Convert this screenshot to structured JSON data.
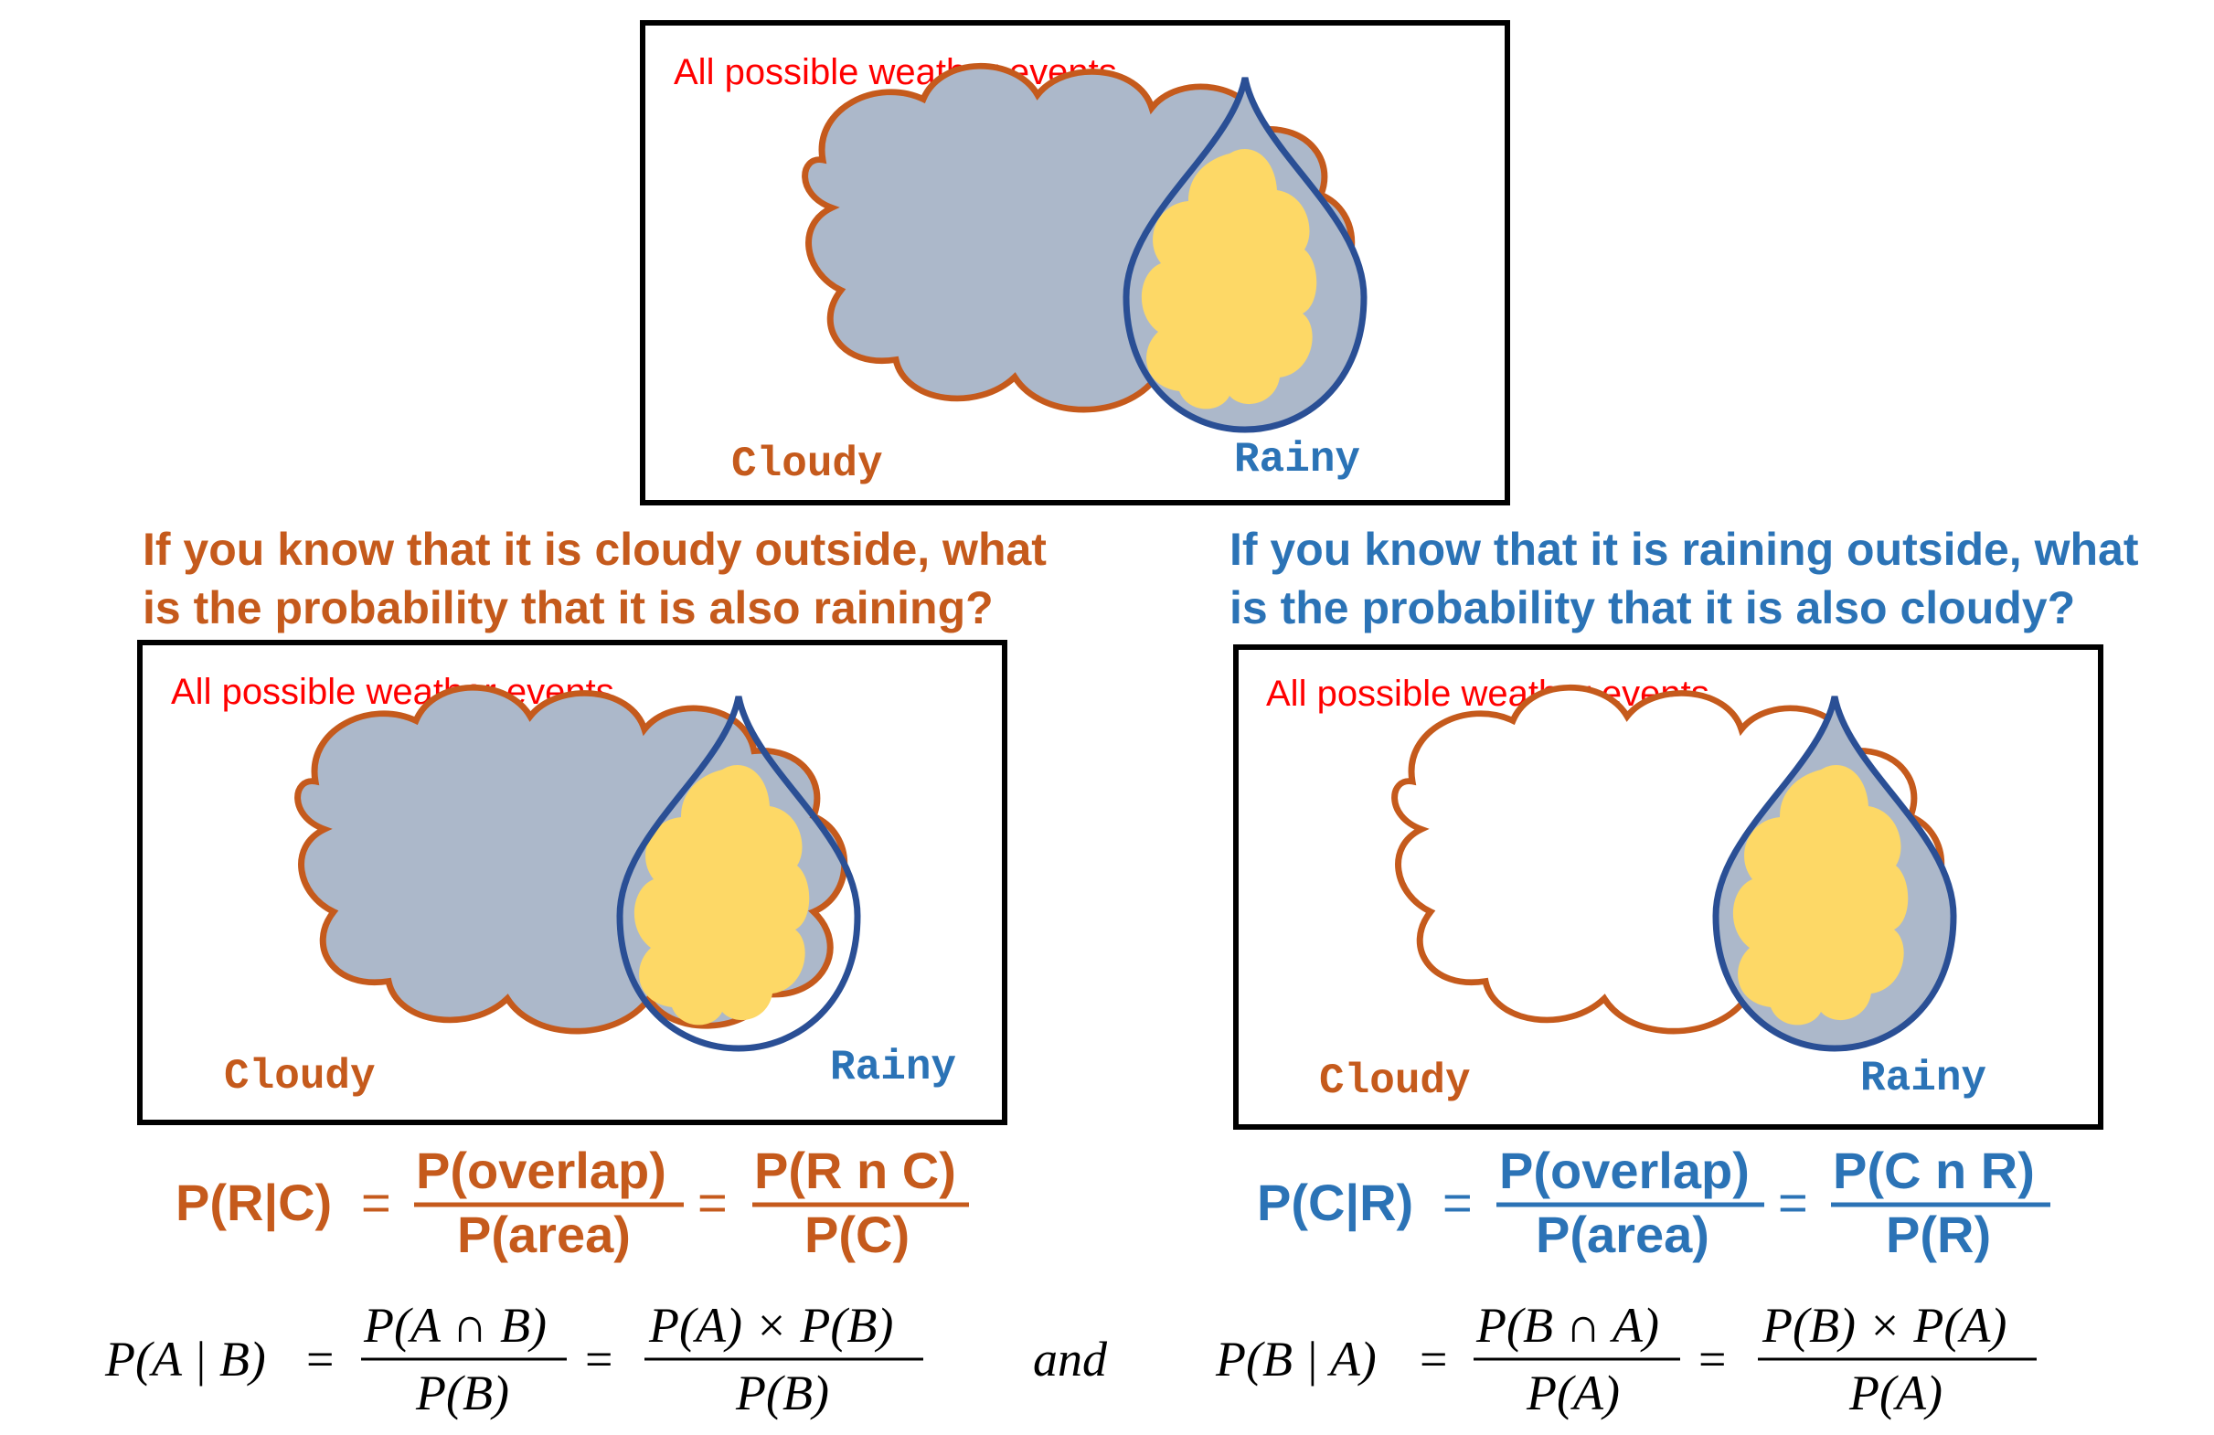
{
  "colors": {
    "cloud_stroke": "#c55a1c",
    "cloud_fill": "#acb8ca",
    "drop_stroke": "#2a4f95",
    "overlap_fill": "#fdd866",
    "question_blue": "#2b73b6",
    "question_orange": "#c55a1c",
    "frame_label_red": "#ff0000",
    "frame_border": "#000000"
  },
  "top_panel": {
    "frame_label": "All possible weather events",
    "cloud_label": "Cloudy",
    "rain_label": "Rainy"
  },
  "left_panel": {
    "question_line1": "If you know that it is cloudy outside, what",
    "question_line2": "is the probability that it is also raining?",
    "frame_label": "All possible weather events",
    "cloud_label": "Cloudy",
    "rain_label": "Rainy",
    "formula": {
      "lhs": "P(R|C)",
      "eq1": "=",
      "num1": "P(overlap)",
      "den1": "P(area)",
      "eq2": "=",
      "num2": "P(R n C)",
      "den2": "P(C)"
    }
  },
  "right_panel": {
    "question_line1": "If you know that it is raining outside, what",
    "question_line2": "is the probability that it is also cloudy?",
    "frame_label": "All possible weather events",
    "cloud_label": "Cloudy",
    "rain_label": "Rainy",
    "formula": {
      "lhs": "P(C|R)",
      "eq1": "=",
      "num1": "P(overlap)",
      "den1": "P(area)",
      "eq2": "=",
      "num2": "P(C n R)",
      "den2": "P(R)"
    }
  },
  "bayes": {
    "left": {
      "lhs": "P(A | B)",
      "eq1": "=",
      "num1": "P(A ∩ B)",
      "den1": "P(B)",
      "eq2": "=",
      "num2": "P(A) × P(B)",
      "den2": "P(B)"
    },
    "conjunction": "and",
    "right": {
      "lhs": "P(B | A)",
      "eq1": "=",
      "num1": "P(B ∩ A)",
      "den1": "P(A)",
      "eq2": "=",
      "num2": "P(B) × P(A)",
      "den2": "P(A)"
    }
  }
}
